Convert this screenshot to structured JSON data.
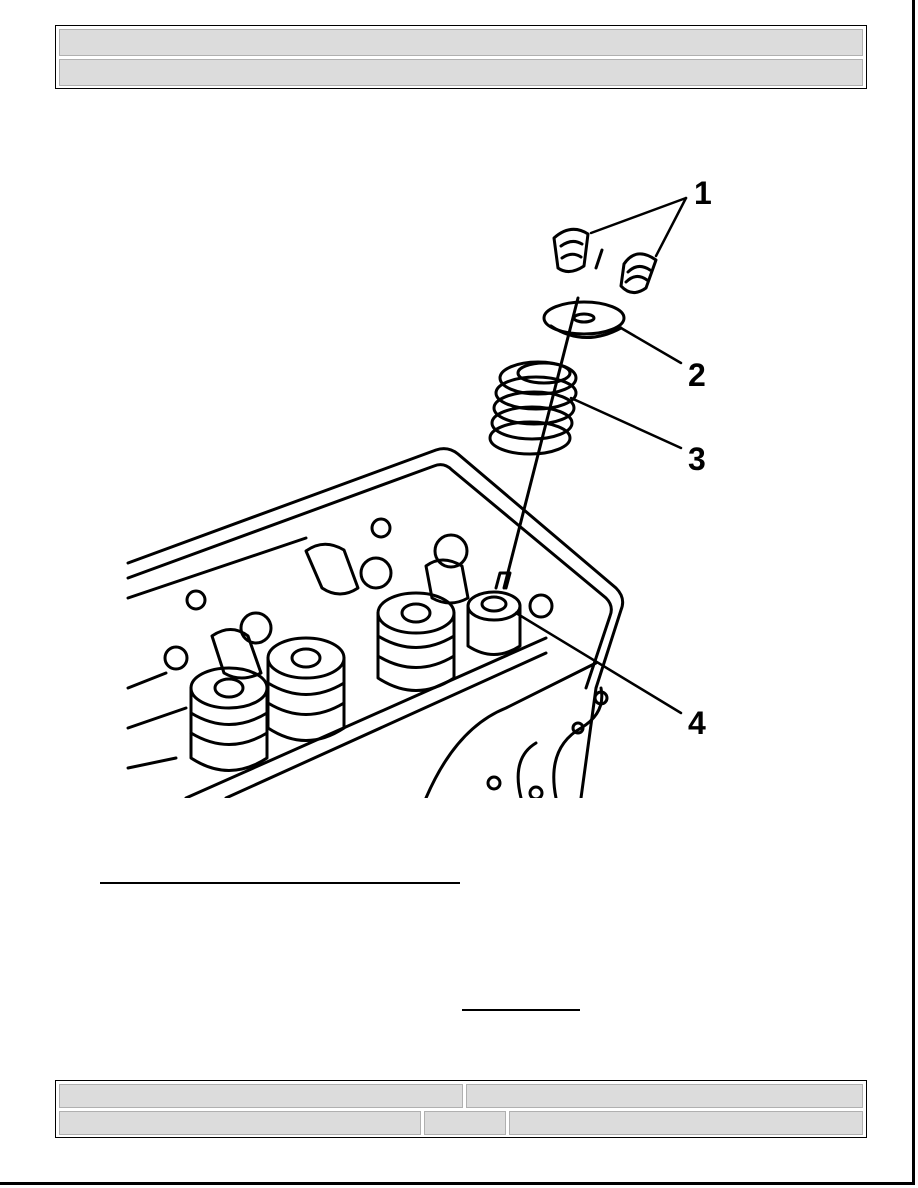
{
  "header": {
    "title": "",
    "subtitle": ""
  },
  "figure": {
    "callouts": [
      "1",
      "2",
      "3",
      "4"
    ]
  },
  "links": {
    "primary": "",
    "secondary": ""
  },
  "footer": {
    "row1": [
      "",
      ""
    ],
    "row2": [
      "",
      "",
      ""
    ]
  }
}
